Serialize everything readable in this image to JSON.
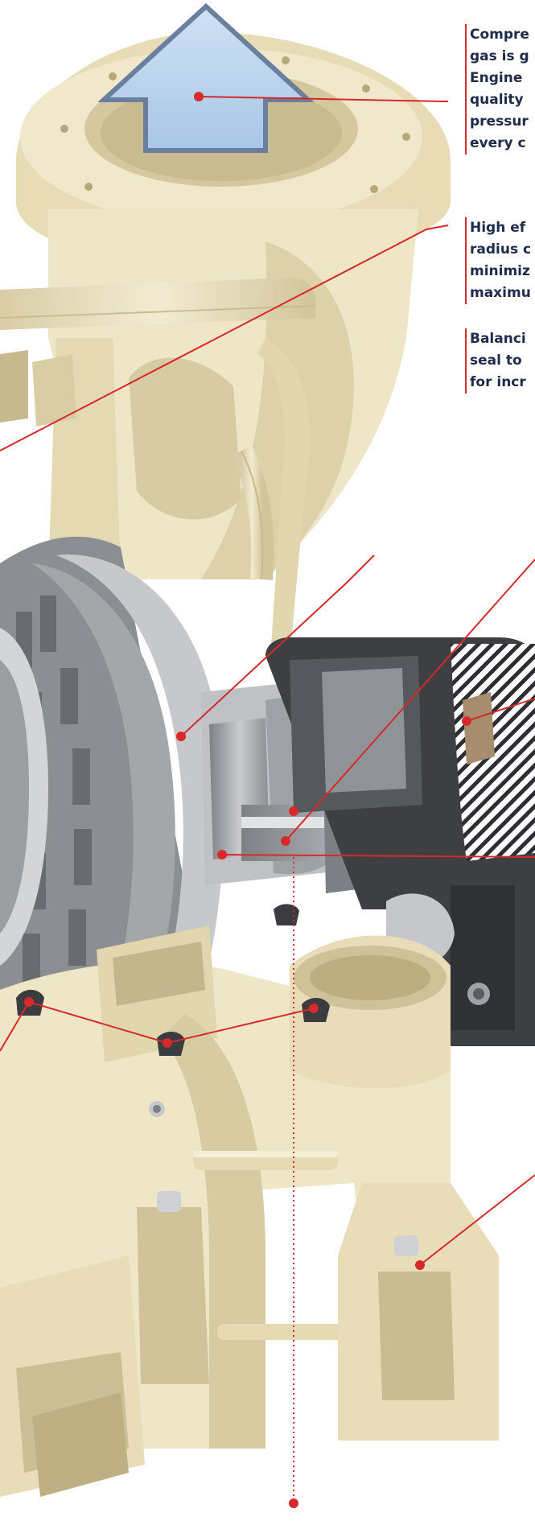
{
  "callouts": [
    {
      "lines": [
        "Compre",
        "gas is g",
        "Engine",
        "quality",
        "pressur",
        "every c"
      ]
    },
    {
      "lines": [
        "High ef",
        "radius c",
        "minimiz",
        "maximu"
      ]
    },
    {
      "lines": [
        "Balanci",
        "seal to",
        "for incr"
      ]
    }
  ],
  "colors": {
    "casting": "#efe6c8",
    "casting_shadow": "#d8cca5",
    "casting_dark": "#c4b68c",
    "steel": "#a9abae",
    "steel_dark": "#6f7276",
    "housing": "#3a3c3f",
    "leader": "#d62a2a",
    "arrow_fill": "#bcd5ee",
    "arrow_stroke": "#6a7f9d",
    "text": "#1e2b4a"
  },
  "icons": [
    "up-arrow-icon"
  ]
}
